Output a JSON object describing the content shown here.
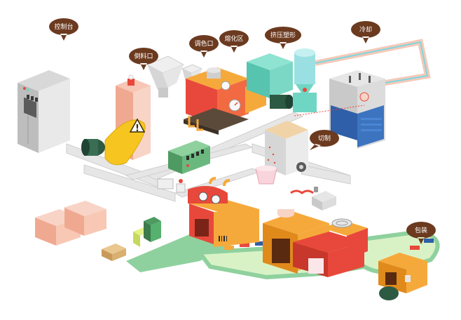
{
  "labels": {
    "control_panel": "控制台",
    "feed_inlet": "倒料口",
    "color_inlet": "调色口",
    "melt_zone": "熔化区",
    "extrusion": "挤压塑形",
    "cooling": "冷却",
    "cutting": "切制",
    "packaging": "包装"
  },
  "warning_symbol": "!",
  "icons": {
    "warning": "warning-triangle-icon",
    "gauge": "pressure-gauge-icon",
    "fan": "cooling-fan-icon"
  },
  "colors": {
    "bubble": "#6b3a1f",
    "conveyor": "#e4e4e4",
    "belt_green": "#8fd19e",
    "machine_red": "#e8483b",
    "machine_orange": "#f6a93b",
    "teal": "#6fd6c3",
    "blue": "#2e5fa8",
    "warning_yellow": "#f7c520"
  }
}
